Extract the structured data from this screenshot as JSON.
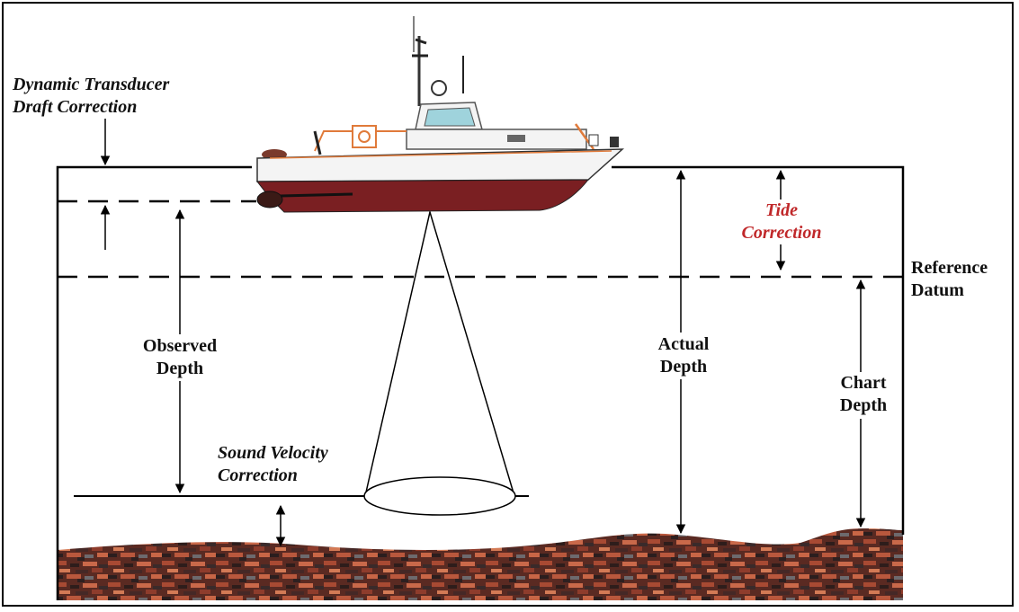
{
  "labels": {
    "draft_correction": "Dynamic Transducer\nDraft Correction",
    "tide_correction": "Tide\nCorrection",
    "reference_datum": "Reference\nDatum",
    "observed_depth": "Observed\nDepth",
    "actual_depth": "Actual\nDepth",
    "chart_depth": "Chart\nDepth",
    "sound_velocity_correction": "Sound Velocity\nCorrection"
  },
  "colors": {
    "text": "#111111",
    "tide_text": "#c0282a",
    "hull_red": "#7a1f22",
    "hull_white": "#f4f4f4",
    "trim_orange": "#e07a3a",
    "window": "#9fd3dc",
    "seabed_dark": "#3a2420",
    "seabed_mid": "#7a3a2c",
    "seabed_light": "#c9694a"
  }
}
